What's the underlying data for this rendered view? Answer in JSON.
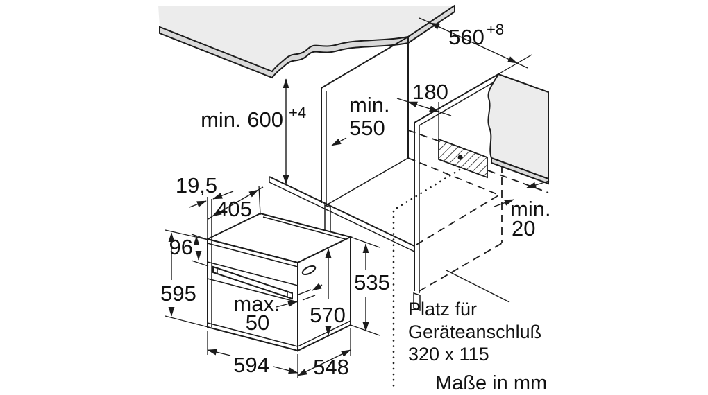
{
  "diagram": {
    "type": "installation-dimension-drawing",
    "subject": "built-in oven niche installation",
    "units_note": "Maße in mm",
    "connection_note": {
      "line1": "Platz für",
      "line2": "Geräteanschluß",
      "line3": "320 x 115"
    },
    "dims": {
      "niche_width": "560",
      "niche_width_sup": "+8",
      "niche_height": "min. 600",
      "niche_height_sup": "+4",
      "niche_depth_l1": "min.",
      "niche_depth_l2": "550",
      "conn_offset": "180",
      "rear_gap_l1": "min.",
      "rear_gap_l2": "20",
      "front_overhang": "19,5",
      "top_depth": "405",
      "panel_height": "96",
      "front_height": "595",
      "handle_l1": "max.",
      "handle_l2": "50",
      "oven_width": "594",
      "oven_depth": "548",
      "body_height": "570",
      "rear_height": "535"
    },
    "colors": {
      "counter_fill": "#ececec",
      "counter_edge_fill": "#d9d9d9",
      "line": "#1c1c1c",
      "background": "#ffffff"
    }
  }
}
